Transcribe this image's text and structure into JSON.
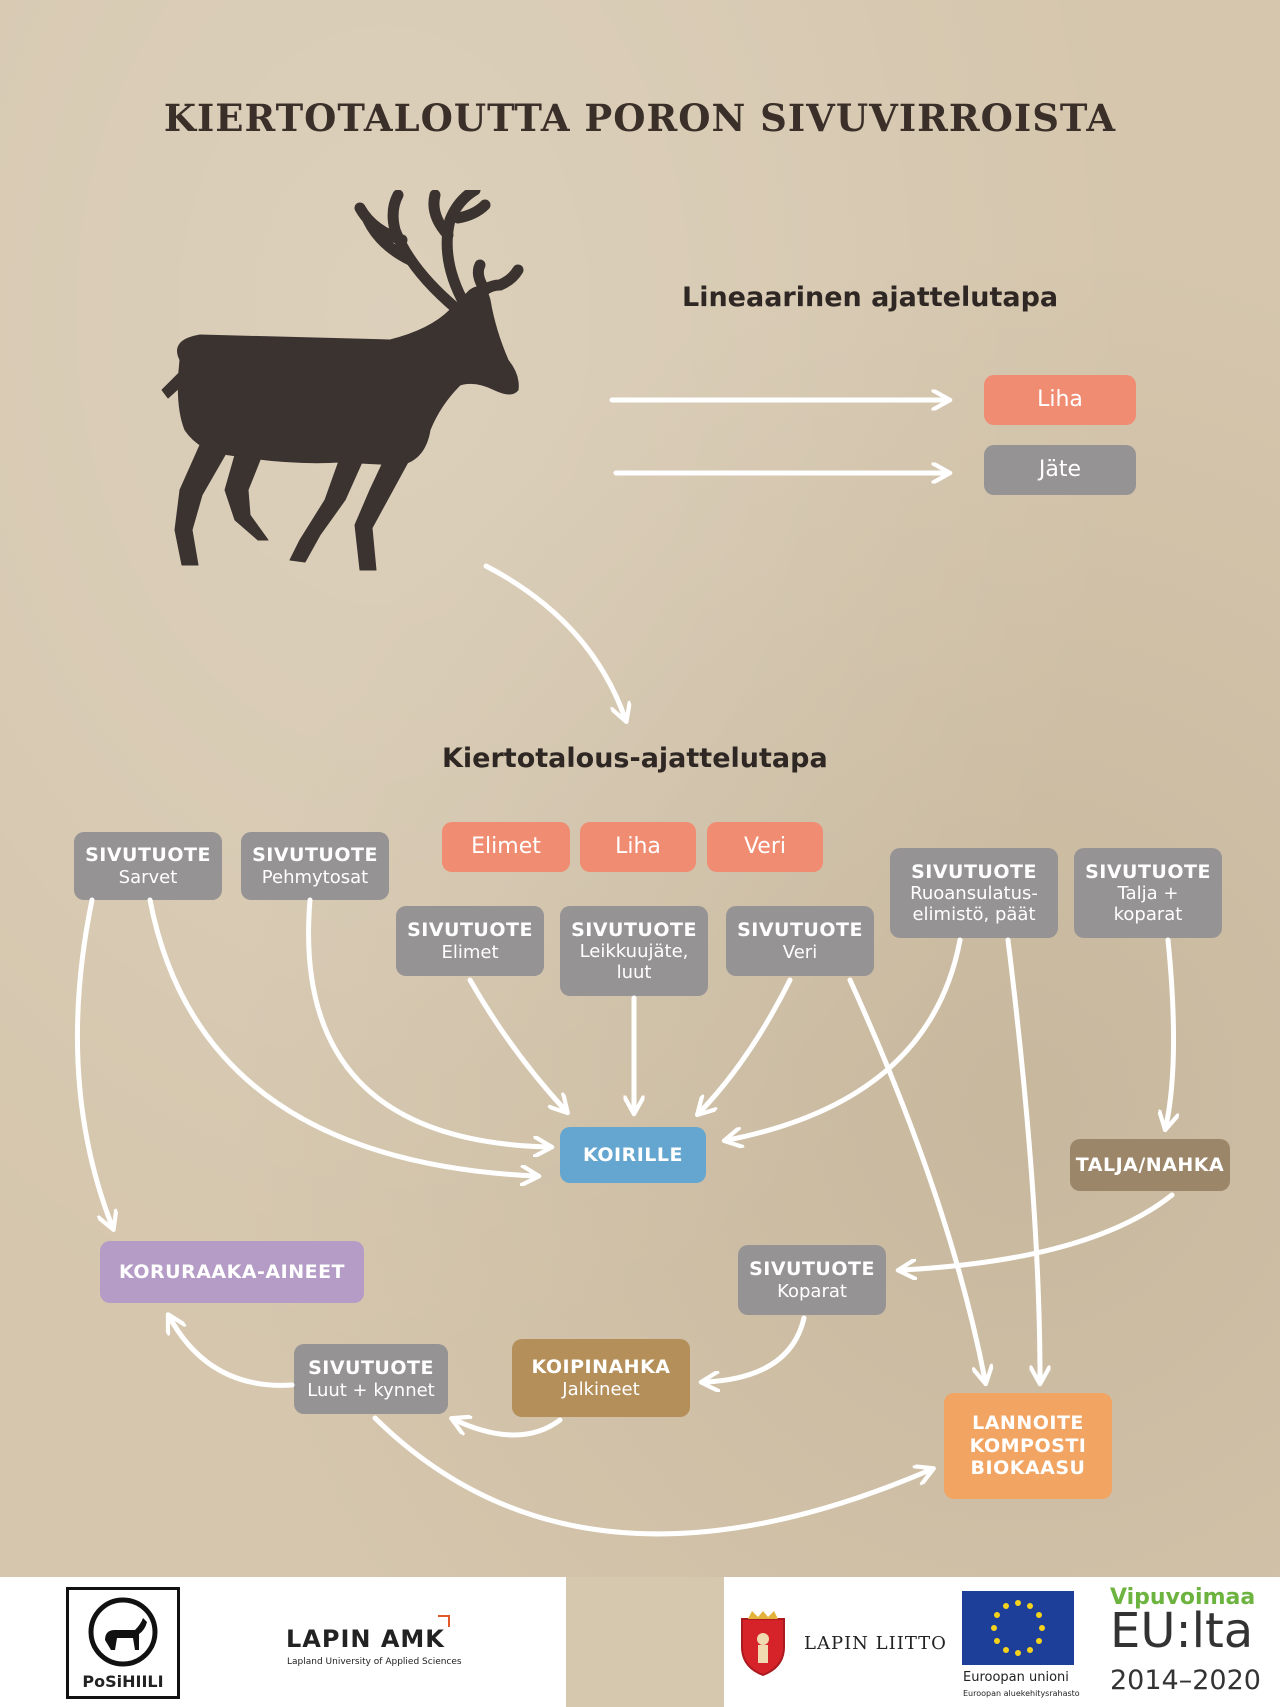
{
  "title": "KIERTOTALOUTTA PORON SIVUVIRROISTA",
  "linear": {
    "heading": "Lineaarinen ajattelutapa",
    "outputs": [
      "Liha",
      "Jäte"
    ]
  },
  "circular": {
    "heading": "Kiertotalous-ajattelutapa",
    "primary": [
      "Elimet",
      "Liha",
      "Veri"
    ],
    "byproduct_label": "SIVUTUOTE",
    "byproducts": {
      "sarvet": "Sarvet",
      "pehmytosat": "Pehmytosat",
      "elimet": "Elimet",
      "leikkuujate": [
        "Leikkuujäte,",
        "luut"
      ],
      "veri": "Veri",
      "ruoansulatus": [
        "Ruoansulatus-",
        "elimistö, päät"
      ],
      "talja": [
        "Talja +",
        "koparat"
      ],
      "koparat": "Koparat",
      "luut": "Luut + kynnet"
    },
    "destinations": {
      "koirille": "KOIRILLE",
      "talja_nahka": "TALJA/NAHKA",
      "koruraaka": "KORURAAKA-AINEET",
      "koipinahka": "KOIPINAHKA",
      "koipinahka_sub": "Jalkineet",
      "lannoite": [
        "LANNOITE",
        "KOMPOSTI",
        "BIOKAASU"
      ]
    }
  },
  "colors": {
    "salmon": "#ef8c72",
    "grey": "#959393",
    "blue": "#64a6cf",
    "purple": "#b59cc6",
    "brown": "#9b8669",
    "tan": "#b48f5a",
    "orange": "#f2a462",
    "silhouette": "#3b3330"
  },
  "footer": {
    "posihiili": "PoSiHIILI",
    "lapin_amk": "LAPIN AMK",
    "lapin_amk_sub": "Lapland University of Applied Sciences",
    "lapin_liitto": "LAPIN LIITTO",
    "eu": "Euroopan unioni",
    "eu_sub": "Euroopan aluekehitysrahasto",
    "vipuvoimaa": "Vipuvoimaa",
    "eulta": "EU:lta",
    "years": "2014–2020"
  }
}
